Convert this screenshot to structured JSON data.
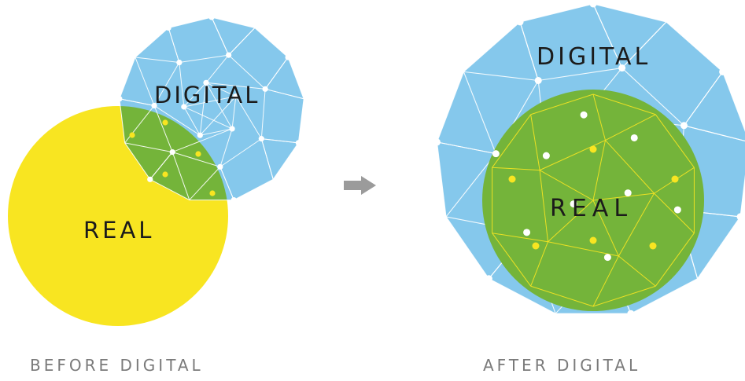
{
  "before": {
    "real_label": "REAL",
    "digital_label": "DIGITAL",
    "caption": "BEFORE DIGITAL"
  },
  "after": {
    "digital_label": "DIGITAL",
    "real_label": "REAL",
    "caption": "AFTER DIGITAL"
  },
  "colors": {
    "digital": "#85c8ec",
    "real": "#f8e521",
    "overlap": "#74b43a",
    "arrow": "#9b9b9b",
    "caption": "#7a7a7a"
  },
  "arrow_icon": "right-arrow-icon"
}
